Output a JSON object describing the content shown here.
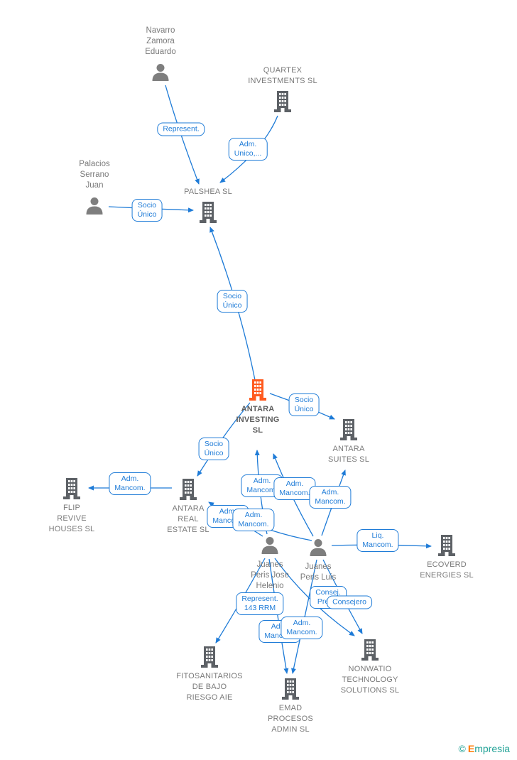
{
  "watermark": {
    "copyright": "©",
    "brand_initial": "E",
    "brand_rest": "mpresia"
  },
  "colors": {
    "relationship_blue": "#1e7bd7",
    "company_icon_gray": "#5d6166",
    "person_icon_gray": "#7e7e7e",
    "focus_company_orange": "#ff5a1e",
    "label_gray": "#7a7a7a",
    "watermark_teal": "#21a296",
    "watermark_orange": "#ff7a00"
  },
  "persons": [
    {
      "id": "navarro-zamora-eduardo",
      "name": "Navarro\nZamora\nEduardo"
    },
    {
      "id": "palacios-serrano-juan",
      "name": "Palacios\nSerrano\nJuan"
    },
    {
      "id": "juanes-peris-jose-helenio",
      "name": "Juanes\nPeris Jose\nHelenio"
    },
    {
      "id": "juanes-peris-luis",
      "name": "Juanes\nPeris Luis"
    }
  ],
  "companies": [
    {
      "id": "quartex-investments-sl",
      "name": "QUARTEX\nINVESTMENTS SL",
      "focus": false
    },
    {
      "id": "palshea-sl",
      "name": "PALSHEA SL",
      "focus": false
    },
    {
      "id": "antara-investing-sl",
      "name": "ANTARA\nINVESTING\nSL",
      "focus": true
    },
    {
      "id": "antara-suites-sl",
      "name": "ANTARA\nSUITES SL",
      "focus": false
    },
    {
      "id": "flip-revive-houses-sl",
      "name": "FLIP\nREVIVE\nHOUSES SL",
      "focus": false
    },
    {
      "id": "antara-real-estate-sl",
      "name": "ANTARA\nREAL\nESTATE SL",
      "focus": false
    },
    {
      "id": "ecoverd-energies-sl",
      "name": "ECOVERD\nENERGIES SL",
      "focus": false
    },
    {
      "id": "fitosanitarios-de-bajo-riesgo-aie",
      "name": "FITOSANITARIOS\nDE BAJO\nRIESGO AIE",
      "focus": false
    },
    {
      "id": "emad-procesos-admin-sl",
      "name": "EMAD\nPROCESOS\nADMIN SL",
      "focus": false
    },
    {
      "id": "nonwatio-technology-solutions-sl",
      "name": "NONWATIO\nTECHNOLOGY\nSOLUTIONS SL",
      "focus": false
    }
  ],
  "edges": [
    {
      "from": "navarro-zamora-eduardo",
      "to": "palshea-sl",
      "label": "Represent."
    },
    {
      "from": "quartex-investments-sl",
      "to": "palshea-sl",
      "label": "Adm.\nUnico,..."
    },
    {
      "from": "palacios-serrano-juan",
      "to": "palshea-sl",
      "label": "Socio\nÚnico"
    },
    {
      "from": "antara-investing-sl",
      "to": "palshea-sl",
      "label": "Socio\nÚnico"
    },
    {
      "from": "antara-investing-sl",
      "to": "antara-suites-sl",
      "label": "Socio\nÚnico"
    },
    {
      "from": "antara-investing-sl",
      "to": "antara-real-estate-sl",
      "label": "Socio\nÚnico"
    },
    {
      "from": "antara-real-estate-sl",
      "to": "flip-revive-houses-sl",
      "label": "Adm.\nMancom."
    },
    {
      "from": "juanes-peris-jose-helenio",
      "to": "antara-investing-sl",
      "label": "Adm.\nMancom."
    },
    {
      "from": "juanes-peris-luis",
      "to": "antara-investing-sl",
      "label": "Adm.\nMancom."
    },
    {
      "from": "juanes-peris-luis",
      "to": "antara-suites-sl",
      "label": "Adm.\nMancom."
    },
    {
      "from": "juanes-peris-jose-helenio",
      "to": "antara-real-estate-sl",
      "label": "Adm.\nMancom."
    },
    {
      "from": "juanes-peris-luis",
      "to": "antara-real-estate-sl",
      "label": "Adm.\nMancom."
    },
    {
      "from": "juanes-peris-luis",
      "to": "ecoverd-energies-sl",
      "label": "Liq.\nMancom."
    },
    {
      "from": "juanes-peris-jose-helenio",
      "to": "nonwatio-technology-solutions-sl",
      "label": "Consej.\nPres..."
    },
    {
      "from": "juanes-peris-luis",
      "to": "nonwatio-technology-solutions-sl",
      "label": "Consejero"
    },
    {
      "from": "juanes-peris-jose-helenio",
      "to": "fitosanitarios-de-bajo-riesgo-aie",
      "label": "Represent.\n143 RRM"
    },
    {
      "from": "juanes-peris-jose-helenio",
      "to": "emad-procesos-admin-sl",
      "label": "Adm.\nMancom."
    },
    {
      "from": "juanes-peris-luis",
      "to": "emad-procesos-admin-sl",
      "label": "Adm.\nMancom."
    }
  ]
}
